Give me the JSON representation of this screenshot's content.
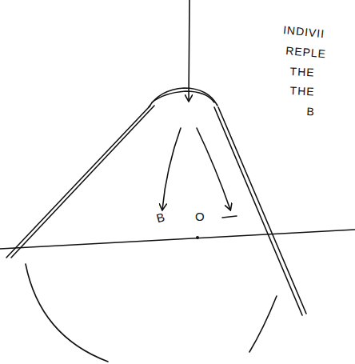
{
  "diagram": {
    "labels": [
      "B",
      "O",
      "INDIVII",
      "REPLE",
      "THE",
      "THE",
      "B"
    ]
  }
}
